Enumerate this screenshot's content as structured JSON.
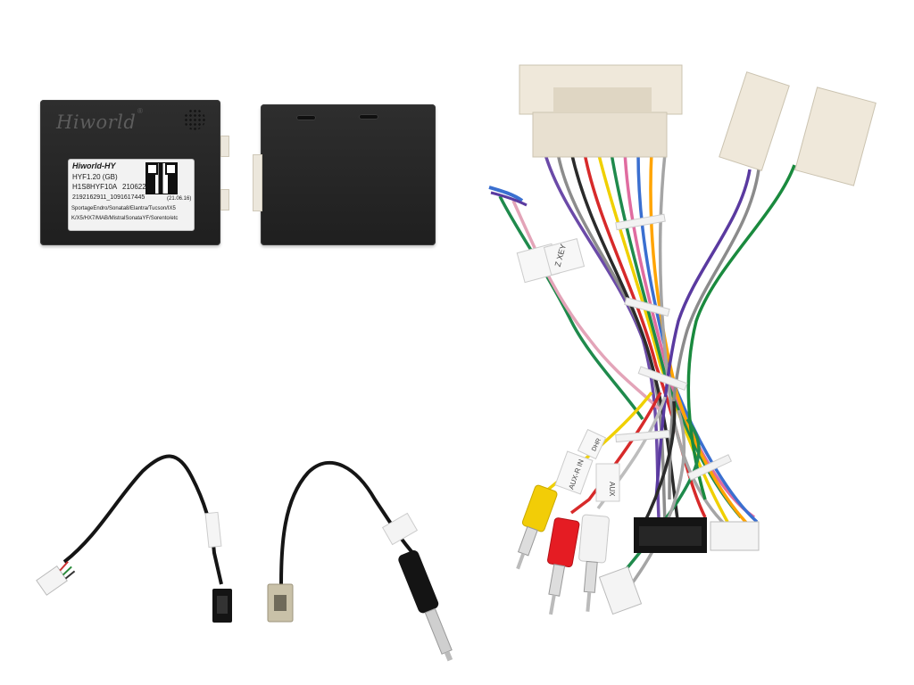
{
  "decoder_box": {
    "brand": "Hiworld",
    "registered_mark": "®",
    "label": {
      "line1": "Hiworld-HY",
      "line2": "HYF1.20 (GB)",
      "line3a": "H1S8HYF10A",
      "line3b": "210622",
      "line4a": "2192162911_1091617445",
      "line4b": "(21.06.16)",
      "line5": "SportageEndro/Sonata8/Elantra/Tucson/IX5",
      "line6": "K/X5/HX7/MAB/MistralSonataYF/Sorento/etc"
    }
  },
  "harness_tags": {
    "tag1": "Z XEY",
    "tag2": "AUX-R IN",
    "tag3": "AUX",
    "tag4": "DHR"
  },
  "colors": {
    "box": "#262626",
    "connector": "#efe8da",
    "rca_yellow": "#f2cd07",
    "rca_red": "#e51c23",
    "rca_white": "#f3f3f3",
    "plug_black": "#141414"
  }
}
